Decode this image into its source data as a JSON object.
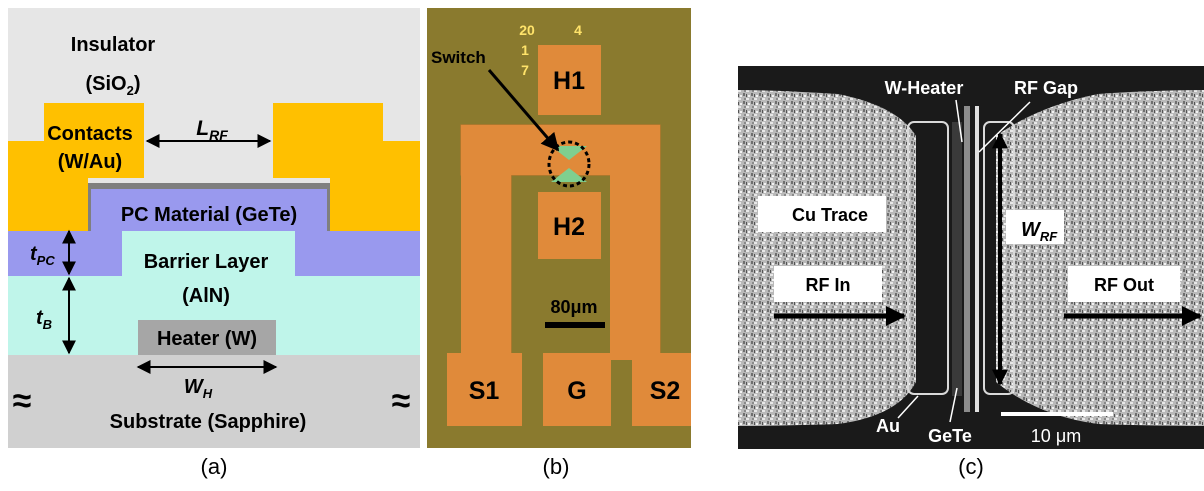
{
  "panel_a": {
    "insulator_line1": "Insulator",
    "insulator_line2_base": "(SiO",
    "insulator_line2_sub": "2",
    "insulator_line2_end": ")",
    "contacts_line1": "Contacts",
    "contacts_line2": "(W/Au)",
    "lrf_main": "L",
    "lrf_sub": "RF",
    "pc_material": "PC Material (GeTe)",
    "tpc_main": "t",
    "tpc_sub": "PC",
    "barrier_line1": "Barrier Layer",
    "barrier_line2": "(AlN)",
    "tb_main": "t",
    "tb_sub": "B",
    "heater": "Heater (W)",
    "wh_main": "W",
    "wh_sub": "H",
    "substrate": "Substrate (Sapphire)",
    "approx_symbol": "≈",
    "caption": "(a)",
    "colors": {
      "insulator": "#e6e6e6",
      "contacts": "#ffc000",
      "pc_material": "#9999ee",
      "barrier": "#bff5ea",
      "heater": "#a6a6a6",
      "substrate": "#d0d0d0",
      "liner": "#7f7f7f"
    }
  },
  "panel_b": {
    "label_20": "20",
    "label_4": "4",
    "label_1": "1",
    "label_7": "7",
    "switch_label": "Switch",
    "h1": "H1",
    "h2": "H2",
    "scale": "80μm",
    "s1": "S1",
    "g": "G",
    "s2": "S2",
    "caption": "(b)",
    "colors": {
      "background": "#8a7a2e",
      "pads": "#e08a3a",
      "label_yellow": "#ffe36a",
      "via_green": "#7fcf8f"
    }
  },
  "panel_c": {
    "w_heater": "W-Heater",
    "rf_gap": "RF Gap",
    "cu_trace": "Cu Trace",
    "wrf_main": "W",
    "wrf_sub": "RF",
    "rf_in": "RF In",
    "rf_out": "RF Out",
    "au": "Au",
    "gete": "GeTe",
    "scale": "10 μm",
    "caption": "(c)"
  }
}
